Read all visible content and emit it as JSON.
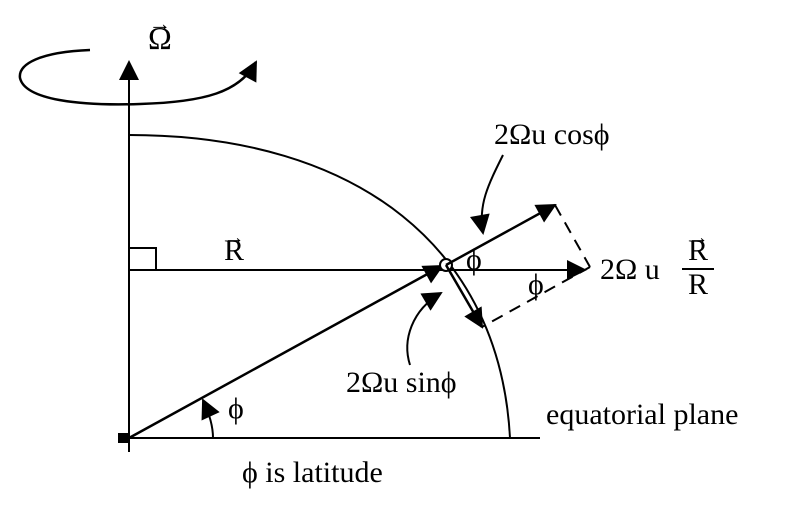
{
  "diagram": {
    "omega_label": "Ω",
    "r_vector_label": "R",
    "latitude_symbol": "ϕ",
    "phi_at_point_label": "ϕ",
    "phi_right_label": "ϕ",
    "cos_component_label": "2Ωu cosϕ",
    "sin_component_label": "2Ωu sinϕ",
    "r_direction_prefix": "2Ω u",
    "r_direction_numerator": "R",
    "r_direction_denominator": "R",
    "equatorial_plane_label": "equatorial plane",
    "latitude_caption": "ϕ is latitude",
    "vector_arrow_glyph": "→"
  }
}
